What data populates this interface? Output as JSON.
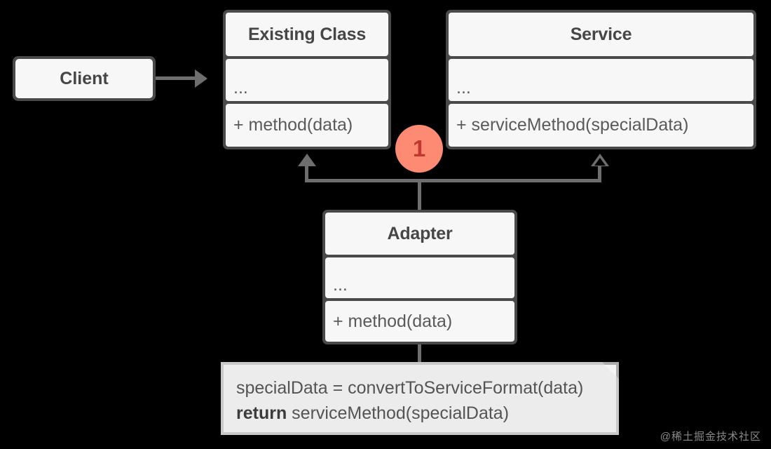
{
  "diagram": {
    "title": "Adapter pattern UML class diagram",
    "colors": {
      "background": "#000000",
      "box_border": "#4a4a4a",
      "box_fill": "#f7f7f7",
      "text": "#464646",
      "member_text": "#5a5a5a",
      "connector": "#6e6e6e",
      "badge_fill": "#fd8a72",
      "badge_text": "#c0392f",
      "note_fill": "#ececec",
      "note_border": "#c9c9c9"
    },
    "classes": [
      {
        "id": "client",
        "name": "Client",
        "attributes": [],
        "operations": []
      },
      {
        "id": "existing-class",
        "name": "Existing Class",
        "attributes": [
          "..."
        ],
        "operations": [
          "+ method(data)"
        ]
      },
      {
        "id": "service",
        "name": "Service",
        "attributes": [
          "..."
        ],
        "operations": [
          "+ serviceMethod(specialData)"
        ]
      },
      {
        "id": "adapter",
        "name": "Adapter",
        "attributes": [
          "..."
        ],
        "operations": [
          "+ method(data)"
        ]
      }
    ],
    "badges": [
      {
        "id": "step-1",
        "label": "1"
      }
    ],
    "note": {
      "line1": "specialData = convertToServiceFormat(data)",
      "line2_keyword": "return",
      "line2_rest": " serviceMethod(specialData)"
    },
    "connectors": [
      {
        "from": "client",
        "to": "existing-class",
        "arrow": "filled-triangle-right"
      },
      {
        "from": "adapter",
        "to": "existing-class",
        "arrow": "filled-triangle-up"
      },
      {
        "from": "adapter",
        "to": "service",
        "arrow": "hollow-triangle-up"
      },
      {
        "from": "adapter",
        "to": "note",
        "arrow": "none"
      }
    ],
    "watermark": "@稀土掘金技术社区"
  }
}
